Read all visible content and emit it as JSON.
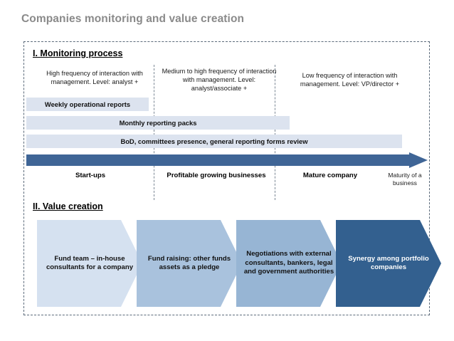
{
  "slide": {
    "title": "Companies monitoring and value creation"
  },
  "colors": {
    "title_gray": "#8a8a8a",
    "bar_light": "#dce3ef",
    "arrow_blue": "#3f6596",
    "chevron_1": "#d5e1f0",
    "chevron_2": "#a9c2dd",
    "chevron_3": "#97b5d4",
    "chevron_4": "#33608f",
    "frame_dash": "#5b6a7a"
  },
  "monitoring": {
    "heading": "I. Monitoring process",
    "frequency_notes": [
      "High frequency of interaction with management. Level: analyst +",
      "Medium to high frequency of interaction with management. Level: analyst/associate +",
      "Low frequency of interaction with management. Level: VP/director +"
    ],
    "report_bars": [
      {
        "label": "Weekly operational reports"
      },
      {
        "label": "Monthly reporting packs"
      },
      {
        "label": "BoD, committees presence, general reporting forms review"
      }
    ],
    "stage_labels": [
      "Start-ups",
      "Profitable growing businesses",
      "Mature company"
    ],
    "axis_end_label": "Maturity of a business"
  },
  "value_creation": {
    "heading": "II. Value creation",
    "steps": [
      {
        "label": "Fund team – in-house consultants for a company",
        "fill": "#d5e1f0",
        "text_color": "#111111"
      },
      {
        "label": "Fund raising: other funds assets as a pledge",
        "fill": "#a9c2dd",
        "text_color": "#111111"
      },
      {
        "label": "Negotiations with external consultants, bankers, legal and government authorities",
        "fill": "#97b5d4",
        "text_color": "#111111"
      },
      {
        "label": "Synergy among portfolio companies",
        "fill": "#33608f",
        "text_color": "#ffffff"
      }
    ]
  }
}
